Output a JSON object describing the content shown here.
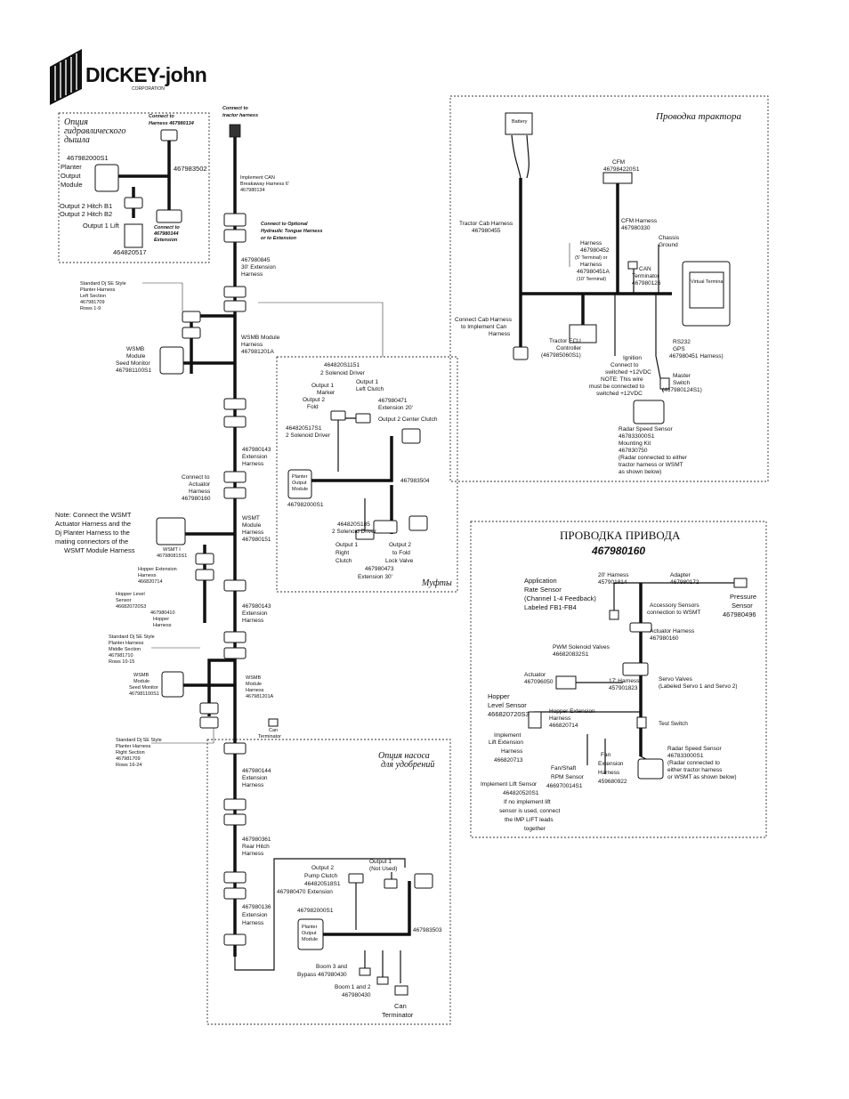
{
  "logo": {
    "brand": "DICKEY-john",
    "sub": "CORPORATION"
  },
  "hydraulic_box": {
    "title_1": "Опция",
    "title_2": "гидравлического",
    "title_3": "дышла",
    "connect_to": "Connect to",
    "harness_ref": "Harness 467980134",
    "module_pn": "467982000S1",
    "module_1": "Planter",
    "module_2": "Output",
    "module_3": "Module",
    "harness_502": "467983502",
    "hitch_b1": "Output 2 Hitch B1",
    "hitch_b2": "Output 2 Hitch B2",
    "lift": "Output 1 Lift",
    "ext_1": "Connect to",
    "ext_2": "467980144",
    "ext_3": "Extension",
    "pn_517": "464820517"
  },
  "spine": {
    "connect_tractor_1": "Connect to",
    "connect_tractor_2": "tractor harness",
    "impl_can_1": "Implement CAN",
    "impl_can_2": "Breakaway Harness 6'",
    "impl_can_3": "467980134",
    "optional_1": "Connect to Optional",
    "optional_2": "Hydraulic Tongue Harness",
    "optional_3": "or to Extension",
    "h845_1": "467980845",
    "h845_2": "30' Extension",
    "h845_3": "Harness",
    "left_1": "Standard Dj SE Style",
    "left_2": "Planter Harness",
    "left_3": "Left Section",
    "left_4": "467981709",
    "left_5": "Rows 1-9",
    "wsmb_1": "WSMB",
    "wsmb_2": "Module",
    "wsmb_3": "Seed Monitor",
    "wsmb_4": "467981100S1",
    "wsmb_h_1": "WSMB Module",
    "wsmb_h_2": "Harness",
    "wsmb_h_3": "467981201A",
    "h143a_1": "467980143",
    "h143a_2": "Extension",
    "h143a_3": "Harness",
    "act_1": "Connect to",
    "act_2": "Actuator",
    "act_3": "Harness",
    "act_4": "467980160",
    "note_1": "Note: Connect the WSMT",
    "note_2": "Actuator Harness and the",
    "note_3": "Dj Planter Harness to the",
    "note_4": "mating connectors of the",
    "note_5": "WSMT Module Harness",
    "wsmt_1": "WSMT I",
    "wsmt_2": "467980815S1",
    "wsmt_h_1": "WSMT",
    "wsmt_h_2": "Module",
    "wsmt_h_3": "Harness",
    "wsmt_h_4": "467980151",
    "hop_ext_1": "Hopper Extension",
    "hop_ext_2": "Harness",
    "hop_ext_3": "466820714",
    "hop_lvl_1": "Hopper Level",
    "hop_lvl_2": "Sensor",
    "hop_lvl_3": "466820720S3",
    "hop_h_1": "467980410",
    "hop_h_2": "Hopper",
    "hop_h_3": "Harness",
    "h143b_1": "467980143",
    "h143b_2": "Extension",
    "h143b_3": "Harness",
    "mid_1": "Standard Dj SE Style",
    "mid_2": "Planter Harness",
    "mid_3": "Middle Section",
    "mid_4": "467981710",
    "mid_5": "Rows 10-15",
    "wsmb2_1": "WSMB",
    "wsmb2_2": "Module",
    "wsmb2_3": "Seed Monitor",
    "wsmb2_4": "467981100S1",
    "wsmb2_h_1": "WSMB",
    "wsmb2_h_2": "Module",
    "wsmb2_h_3": "Harness",
    "wsmb2_h_4": "467981201A",
    "can_t_1": "Can",
    "can_t_2": "Terminator",
    "right_1": "Standard Dj SE Style",
    "right_2": "Planter Harness",
    "right_3": "Right Section",
    "right_4": "467981709",
    "right_5": "Rows 16-24"
  },
  "clutch_box": {
    "d151_1": "464820S1151",
    "d151_2": "2 Solenoid Driver",
    "o1_marker_1": "Output 1",
    "o1_marker_2": "Marker",
    "o2_fold_1": "Output 2",
    "o2_fold_2": "Fold",
    "o1_left_1": "Output 1",
    "o1_left_2": "Left Clutch",
    "ext20_1": "467980471",
    "ext20_2": "Extension 20'",
    "o2_center": "Output 2 Center Clutch",
    "d517_1": "464820517S1",
    "d517_2": "2 Solenoid Driver",
    "pom_1": "Planter",
    "pom_2": "Output",
    "pom_3": "Module",
    "pom_pn": "467982000S1",
    "h504": "467983504",
    "d185_1": "464820S185",
    "d185_2": "2 Solenoid Driver",
    "o1_right_1": "Output 1",
    "o1_right_2": "Right",
    "o1_right_3": "Clutch",
    "o2_fold2_1": "Output 2",
    "o2_fold2_2": "to Fold",
    "o2_fold2_3": "Lock Valve",
    "ext30_1": "467980473",
    "ext30_2": "Extension 30'",
    "title": "Муфты"
  },
  "tractor_box": {
    "title": "Проводка трактора",
    "battery": "Battery",
    "cfm_1": "CFM",
    "cfm_2": "467984220S1",
    "cfm_h_1": "CFM Harness",
    "cfm_h_2": "467980330",
    "cab_h_1": "Tractor Cab Harness",
    "cab_h_2": "467980455",
    "chassis_1": "Chassis",
    "chassis_2": "Ground",
    "harness_1": "Harness",
    "harness_2": "467980452",
    "harness_3": "(5' Terminal) or",
    "harness_4": "Harness",
    "harness_5": "467980451A",
    "harness_6": "(10' Terminal)",
    "can_term_1": "CAN",
    "can_term_2": "Terminator",
    "can_term_3": "467980126",
    "vt": "Virtual Terminal",
    "connect_cab_1": "Connect Cab Harness",
    "connect_cab_2": "to Implement Can",
    "connect_cab_3": "Harness",
    "ecu_1": "Tractor ECU",
    "ecu_2": "Controller",
    "ecu_3": "(467985060S1)",
    "ign_1": "Ignition",
    "ign_2": "Connect to",
    "ign_3": "switched +12VDC",
    "ign_4": "NOTE: This wire",
    "ign_5": "must be connected to",
    "ign_6": "switched +12VDC",
    "rs232_1": "RS232",
    "rs232_2": "GPS",
    "rs232_3": "467980451 Harness)",
    "master_1": "Master",
    "master_2": "Switch",
    "master_3": "(467980124S1)",
    "radar_1": "Radar Speed Sensor",
    "radar_2": "467833000S1",
    "radar_3": "Mounting Kit",
    "radar_4": "467830750",
    "radar_5": "(Radar connected to either",
    "radar_6": "tractor harness or WSMT",
    "radar_7": "as shown below)"
  },
  "drive_box": {
    "title_1": "ПРОВОДКА ПРИВОДА",
    "title_2": "467980160",
    "h20_1": "20' Harness",
    "h20_2": "457901814",
    "adapter_1": "Adapter",
    "adapter_2": "467980172",
    "app_1": "Application",
    "app_2": "Rate Sensor",
    "app_3": "(Channel 1-4 Feedback)",
    "app_4": "Labeled FB1-FB4",
    "pressure_1": "Pressure",
    "pressure_2": "Sensor",
    "pressure_3": "467980496",
    "acc_1": "Accessory Sensors",
    "acc_2": "connection to WSMT",
    "act_h_1": "Actuator Harness",
    "act_h_2": "467980160",
    "pwm_1": "PWM Solenoid Valves",
    "pwm_2": "466820832S1",
    "actuator_1": "Actuator",
    "actuator_2": "467096050",
    "h17_1": "17' Harness",
    "h17_2": "457901823",
    "servo_1": "Servo Valves",
    "servo_2": "(Labeled Servo 1 and Servo 2)",
    "hop_1": "Hopper",
    "hop_2": "Level Sensor",
    "hop_3": "466820720S3",
    "hop_ext_1": "Hopper Extension",
    "hop_ext_2": "Harness",
    "hop_ext_3": "466820714",
    "test": "Test Switch",
    "impl_ext_1": "Implement",
    "impl_ext_2": "Lift Extension",
    "impl_ext_3": "Harness",
    "impl_ext_4": "466820713",
    "fan_1": "Fan/Shaft",
    "fan_2": "RPM Sensor",
    "fan_3": "466970014S1",
    "fan_ext_1": "Fan",
    "fan_ext_2": "Extension",
    "fan_ext_3": "Harness",
    "fan_ext_4": "459680922",
    "radar_1": "Radar Speed Sensor",
    "radar_2": "467833000S1",
    "radar_3": "(Radar connected to",
    "radar_4": "either tractor harness",
    "radar_5": "or WSMT as shown below)",
    "lift_1": "Implement Lift Sensor",
    "lift_2": "464820520S1",
    "lift_3": "If no implement lift",
    "lift_4": "sensor is used, connect",
    "lift_5": "the IMP LIFT leads",
    "lift_6": "together"
  },
  "pump_box": {
    "title_1": "Опция насоса",
    "title_2": "для удобрений",
    "h144_1": "467980144",
    "h144_2": "Extension",
    "h144_3": "Harness",
    "h361_1": "467980361",
    "h361_2": "Rear Hitch",
    "h361_3": "Harness",
    "o2_1": "Output 2",
    "o2_2": "Pump Clutch",
    "o2_3": "464820518S1",
    "o2_4": "467980470 Extension",
    "o1_1": "Output 1",
    "o1_2": "(Not Used)",
    "h136_1": "467980136",
    "h136_2": "Extension",
    "h136_3": "Harness",
    "pom_pn": "467982000S1",
    "pom_1": "Planter",
    "pom_2": "Output",
    "pom_3": "Module",
    "h503": "467983503",
    "boom3_1": "Boom 3 and",
    "boom3_2": "Bypass 467980430",
    "boom1_1": "Boom 1 and 2",
    "boom1_2": "467980430",
    "can_1": "Can",
    "can_2": "Terminator"
  }
}
